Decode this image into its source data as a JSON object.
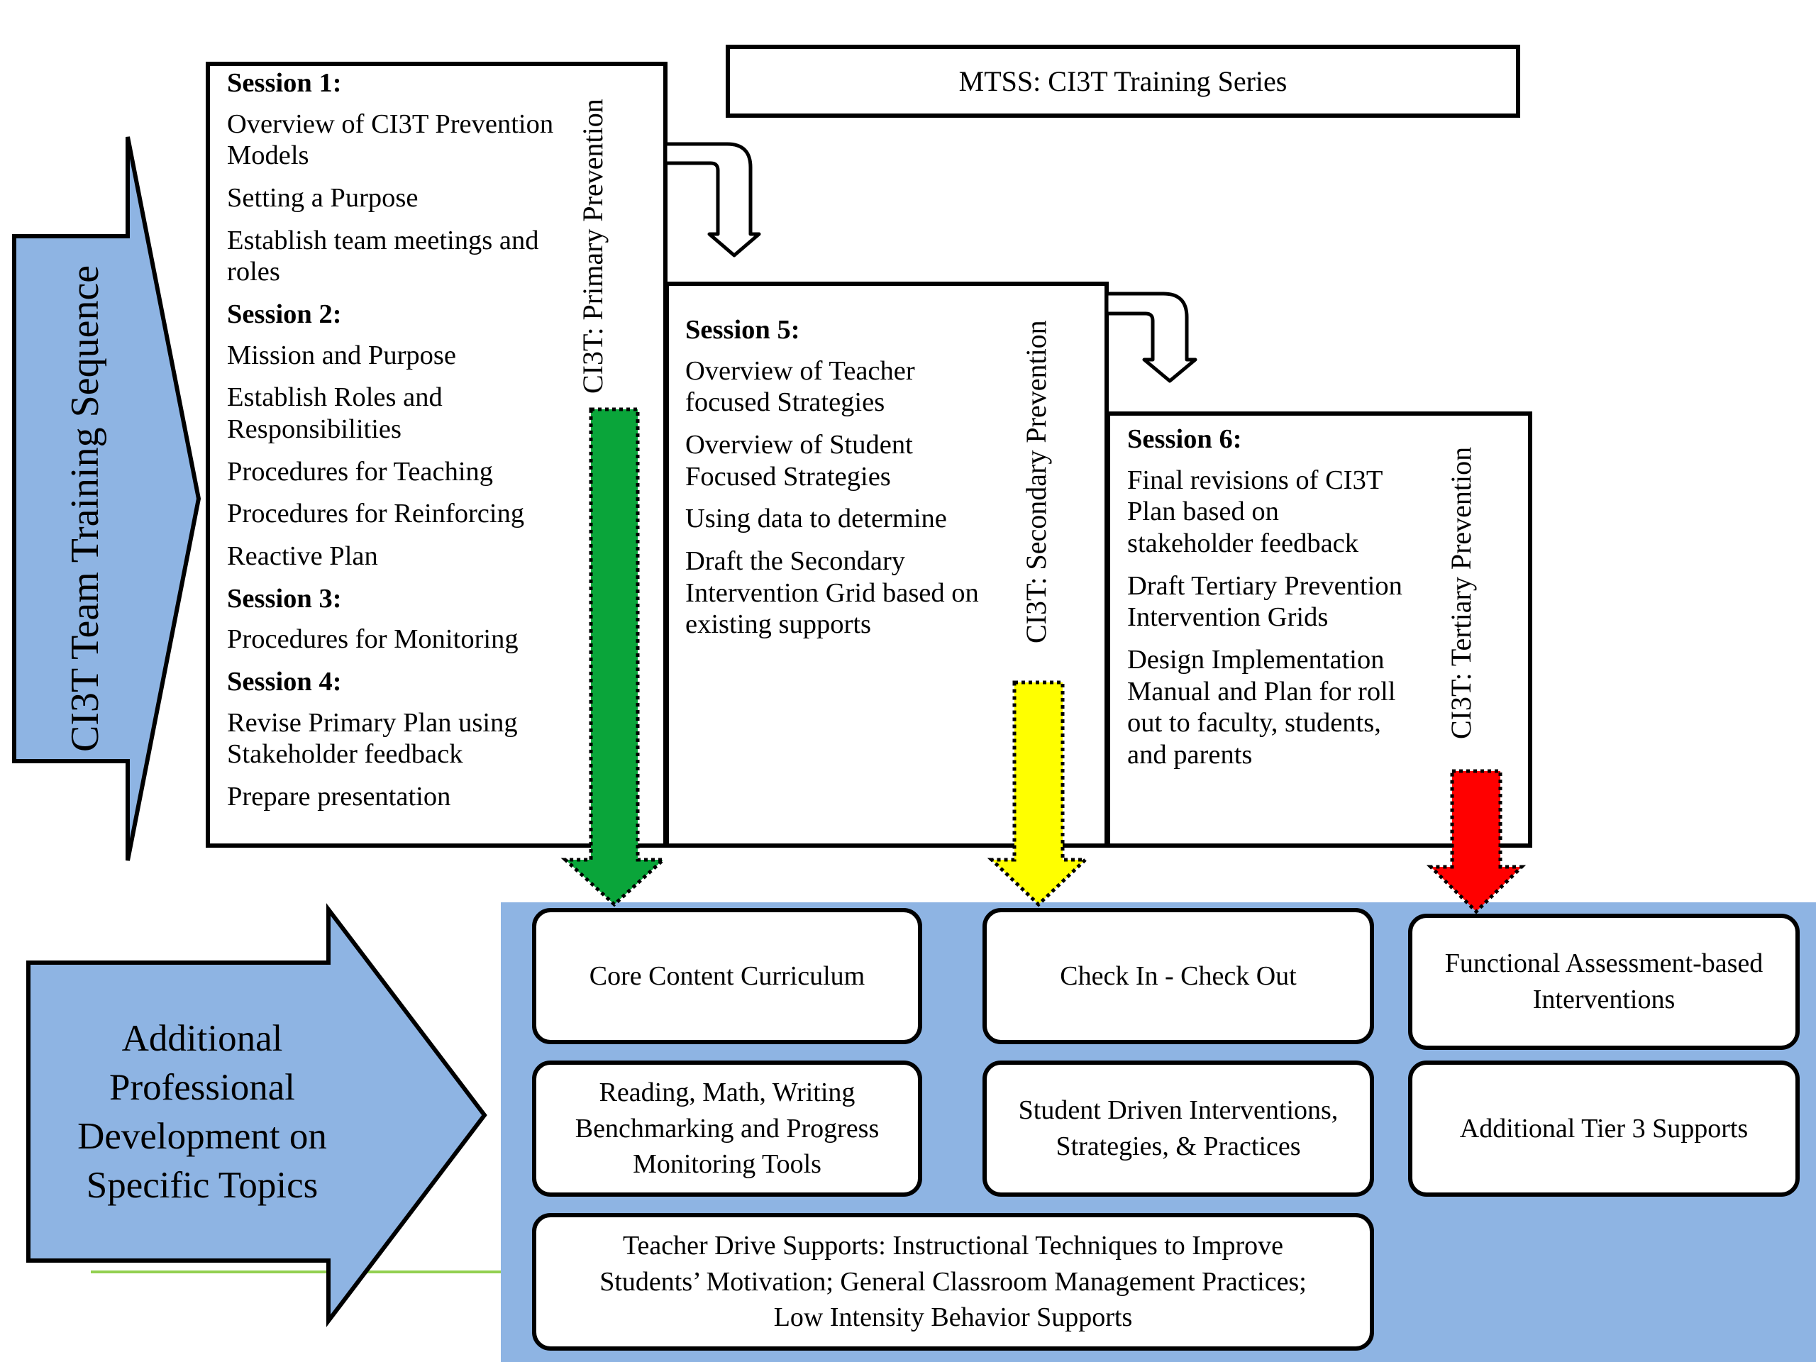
{
  "title": "MTSS: CI3T Training Series",
  "left_arrow_label": "CI3T Team Training Sequence",
  "pd_arrow_label": "Additional Professional Development on Specific Topics",
  "colors": {
    "panel_blue": "#8eb4e3",
    "primary": "#0aa53a",
    "secondary": "#ffff00",
    "tertiary": "#ff0000",
    "green_line": "#92d050"
  },
  "primary": {
    "label": "CI3T: Primary Prevention",
    "sessions": [
      {
        "header": "Session 1:",
        "items": [
          "Overview of CI3T Prevention Models",
          "Setting a Purpose",
          "Establish team meetings and roles"
        ]
      },
      {
        "header": "Session 2:",
        "items": [
          "Mission and Purpose",
          "Establish Roles and Responsibilities",
          "Procedures for Teaching",
          "Procedures for Reinforcing",
          "Reactive Plan"
        ]
      },
      {
        "header": "Session 3:",
        "items": [
          "Procedures for Monitoring"
        ]
      },
      {
        "header": "Session 4:",
        "items": [
          "Revise Primary Plan using Stakeholder feedback",
          "Prepare presentation"
        ]
      }
    ]
  },
  "secondary": {
    "label": "CI3T: Secondary Prevention",
    "header": "Session 5:",
    "items": [
      "Overview of Teacher focused Strategies",
      "Overview of Student Focused Strategies",
      "Using data to determine",
      "Draft the Secondary Intervention Grid based on existing supports"
    ]
  },
  "tertiary": {
    "label": "CI3T: Tertiary Prevention",
    "header": "Session 6:",
    "items": [
      "Final revisions of CI3T Plan based on stakeholder feedback",
      "Draft Tertiary Prevention Intervention Grids",
      "Design Implementation Manual and Plan for roll out to faculty, students, and parents"
    ]
  },
  "topics": {
    "core_curriculum": "Core Content Curriculum",
    "check_in_out": "Check In - Check Out",
    "fabi": "Functional Assessment-based Interventions",
    "benchmarking": "Reading, Math, Writing Benchmarking and Progress Monitoring Tools",
    "student_driven": "Student Driven Interventions, Strategies, & Practices",
    "tier3": "Additional Tier 3 Supports",
    "teacher_driven": "Teacher Drive Supports: Instructional Techniques to Improve Students’ Motivation; General Classroom Management Practices; Low Intensity Behavior Supports"
  }
}
